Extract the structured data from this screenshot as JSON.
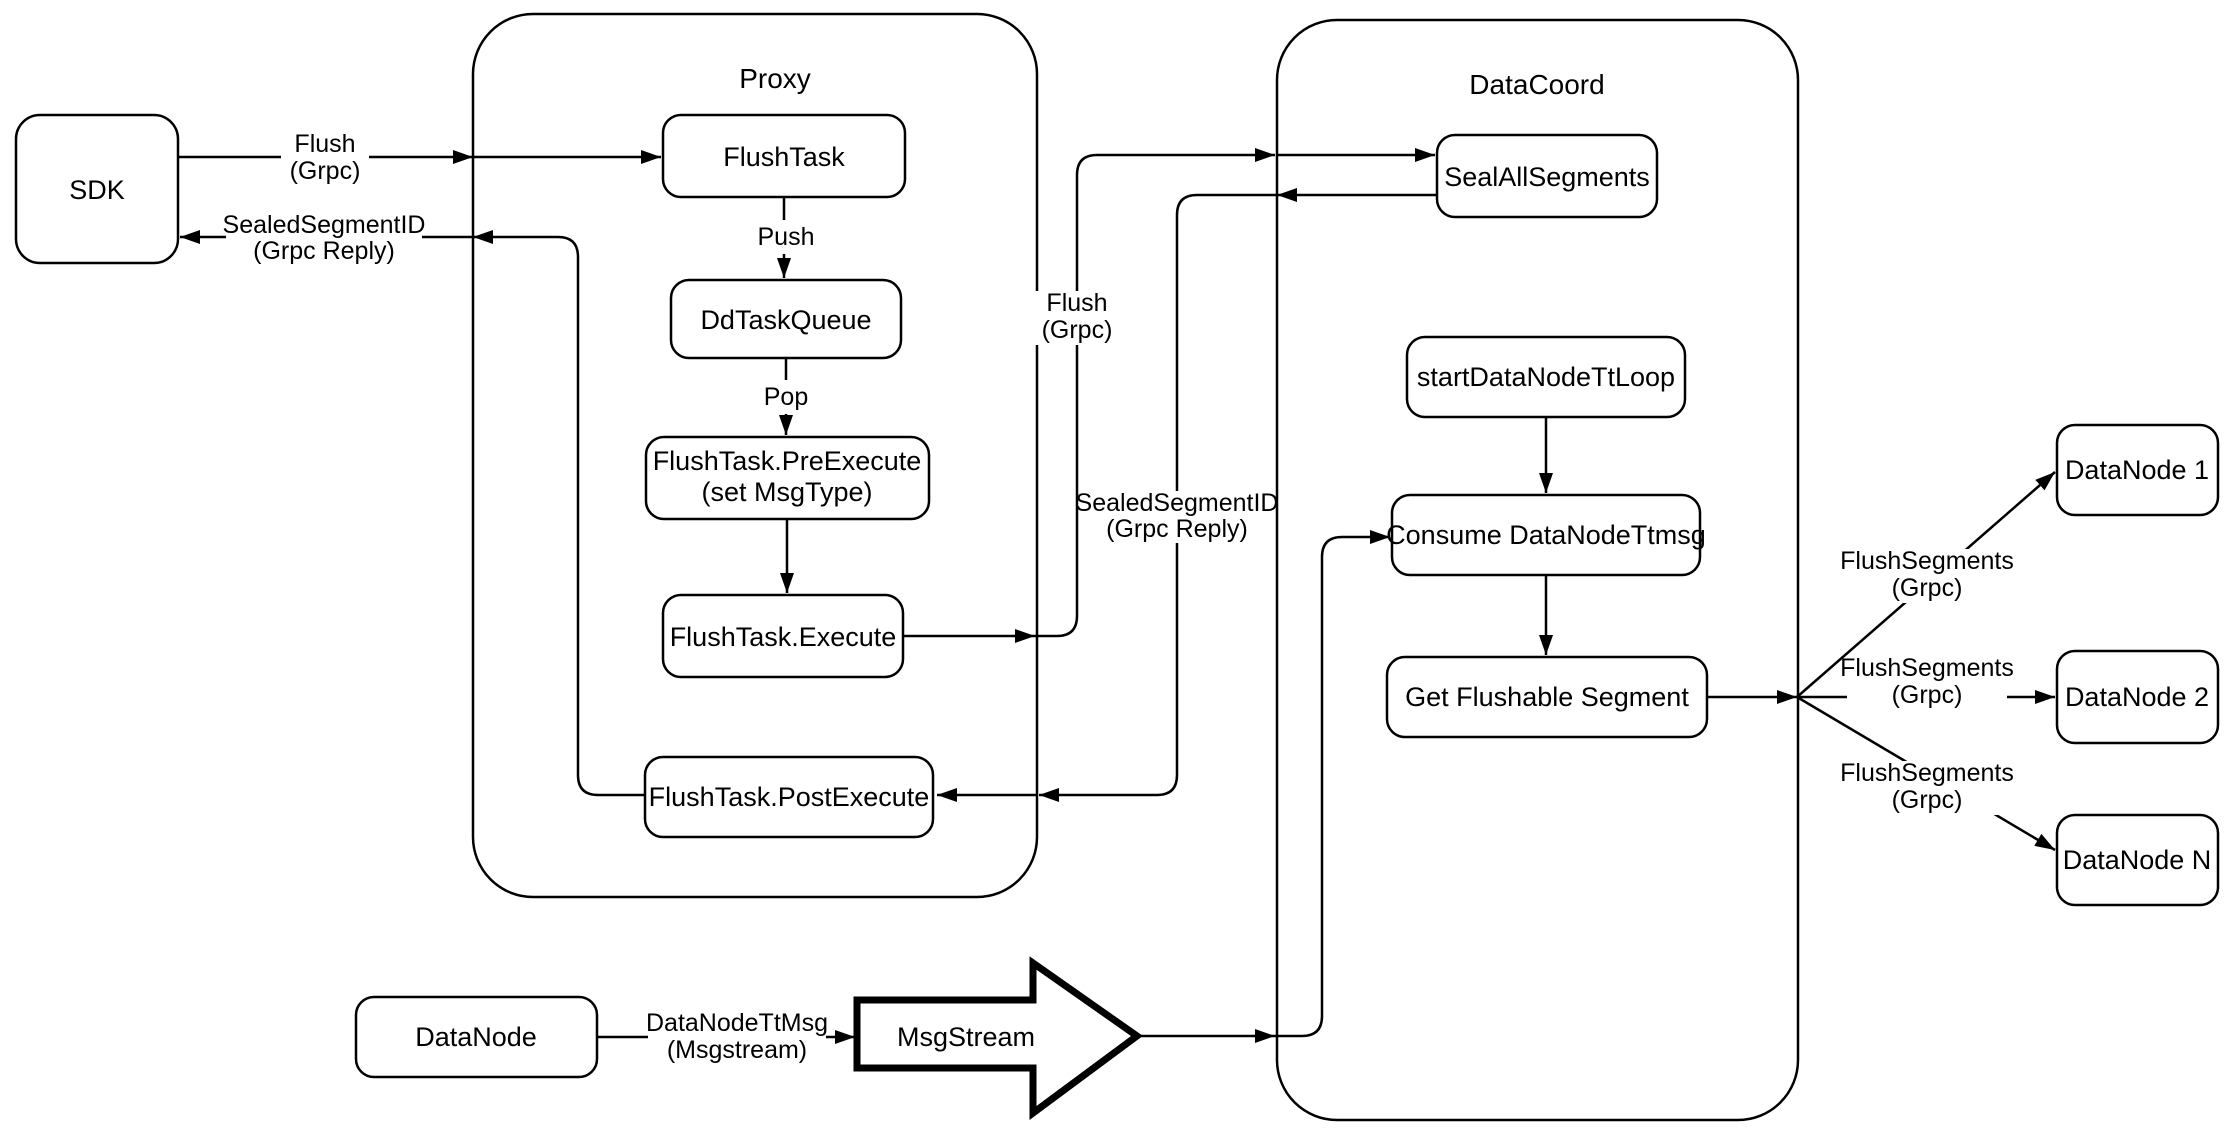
{
  "diagram": {
    "colors": {
      "stroke": "#000000",
      "fill": "#ffffff",
      "background": "#ffffff"
    },
    "containers": {
      "proxy": {
        "title": "Proxy"
      },
      "datacoord": {
        "title": "DataCoord"
      }
    },
    "nodes": {
      "sdk": {
        "label": "SDK"
      },
      "flush_task": {
        "label": "FlushTask"
      },
      "dd_task_queue": {
        "label": "DdTaskQueue"
      },
      "pre_execute": {
        "label_line1": "FlushTask.PreExecute",
        "label_line2": "(set MsgType)"
      },
      "execute": {
        "label": "FlushTask.Execute"
      },
      "post_execute": {
        "label": "FlushTask.PostExecute"
      },
      "seal_all_segments": {
        "label": "SealAllSegments"
      },
      "start_datanode_tt_loop": {
        "label": "startDataNodeTtLoop"
      },
      "consume_datanode_ttmsg": {
        "label": "Consume DataNodeTtmsg"
      },
      "get_flushable_segment": {
        "label": "Get Flushable Segment"
      },
      "datanode_1": {
        "label": "DataNode 1"
      },
      "datanode_2": {
        "label": "DataNode 2"
      },
      "datanode_n": {
        "label": "DataNode N"
      },
      "datanode_source": {
        "label": "DataNode"
      },
      "msgstream": {
        "label": "MsgStream"
      }
    },
    "edge_labels": {
      "flush_grpc_sdk": {
        "line1": "Flush",
        "line2": "(Grpc)"
      },
      "sealed_segment_id_sdk": {
        "line1": "SealedSegmentID",
        "line2": "(Grpc Reply)"
      },
      "push": {
        "text": "Push"
      },
      "pop": {
        "text": "Pop"
      },
      "flush_grpc_datacoord": {
        "line1": "Flush",
        "line2": "(Grpc)"
      },
      "sealed_segment_id_datacoord": {
        "line1": "SealedSegmentID",
        "line2": "(Grpc Reply)"
      },
      "flush_segments_1": {
        "line1": "FlushSegments",
        "line2": "(Grpc)"
      },
      "flush_segments_2": {
        "line1": "FlushSegments",
        "line2": "(Grpc)"
      },
      "flush_segments_3": {
        "line1": "FlushSegments",
        "line2": "(Grpc)"
      },
      "datanode_tt_msg": {
        "line1": "DataNodeTtMsg",
        "line2": "(Msgstream)"
      }
    }
  }
}
